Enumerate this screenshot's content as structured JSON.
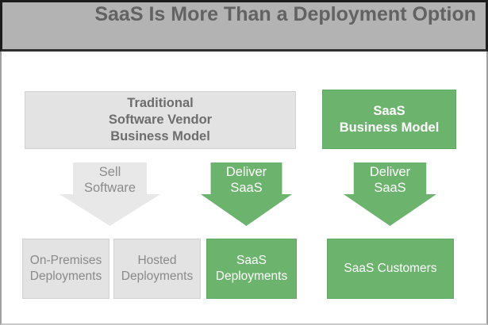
{
  "header": {
    "title_line1": "SaaS Is More Than",
    "title_line2": "a Deployment Option"
  },
  "top_boxes": [
    {
      "id": "traditional-business-model",
      "variant": "gray",
      "lines": [
        "Traditional",
        "Software Vendor",
        "Business Model"
      ]
    },
    {
      "id": "saas-business-model",
      "variant": "green",
      "lines": [
        "SaaS",
        "Business Model"
      ]
    }
  ],
  "arrows": [
    {
      "id": "sell-software-arrow",
      "variant": "gray",
      "lines": [
        "Sell",
        "Software"
      ]
    },
    {
      "id": "deliver-saas-arrow-traditional",
      "variant": "green",
      "lines": [
        "Deliver",
        "SaaS"
      ]
    },
    {
      "id": "deliver-saas-arrow-saas",
      "variant": "green",
      "lines": [
        "Deliver",
        "SaaS"
      ]
    }
  ],
  "bottom_boxes": [
    {
      "id": "on-premises-deployments",
      "variant": "gray",
      "lines": [
        "On-Premises",
        "Deployments"
      ]
    },
    {
      "id": "hosted-deployments",
      "variant": "gray",
      "lines": [
        "Hosted",
        "Deployments"
      ]
    },
    {
      "id": "saas-deployments",
      "variant": "green",
      "lines": [
        "SaaS",
        "Deployments"
      ]
    },
    {
      "id": "saas-customers",
      "variant": "green",
      "lines": [
        "SaaS Customers"
      ]
    }
  ],
  "colors": {
    "accent_green": "#6cb36e",
    "box_gray": "#e3e3e3",
    "arrow_gray": "#e8e8e8",
    "header_gray": "#b3b3b3",
    "title_text": "#626262",
    "gray_text": "#8a8a8a",
    "dark_gray_text": "#6d6d6d",
    "frame_dark": "#1c1c1c"
  }
}
